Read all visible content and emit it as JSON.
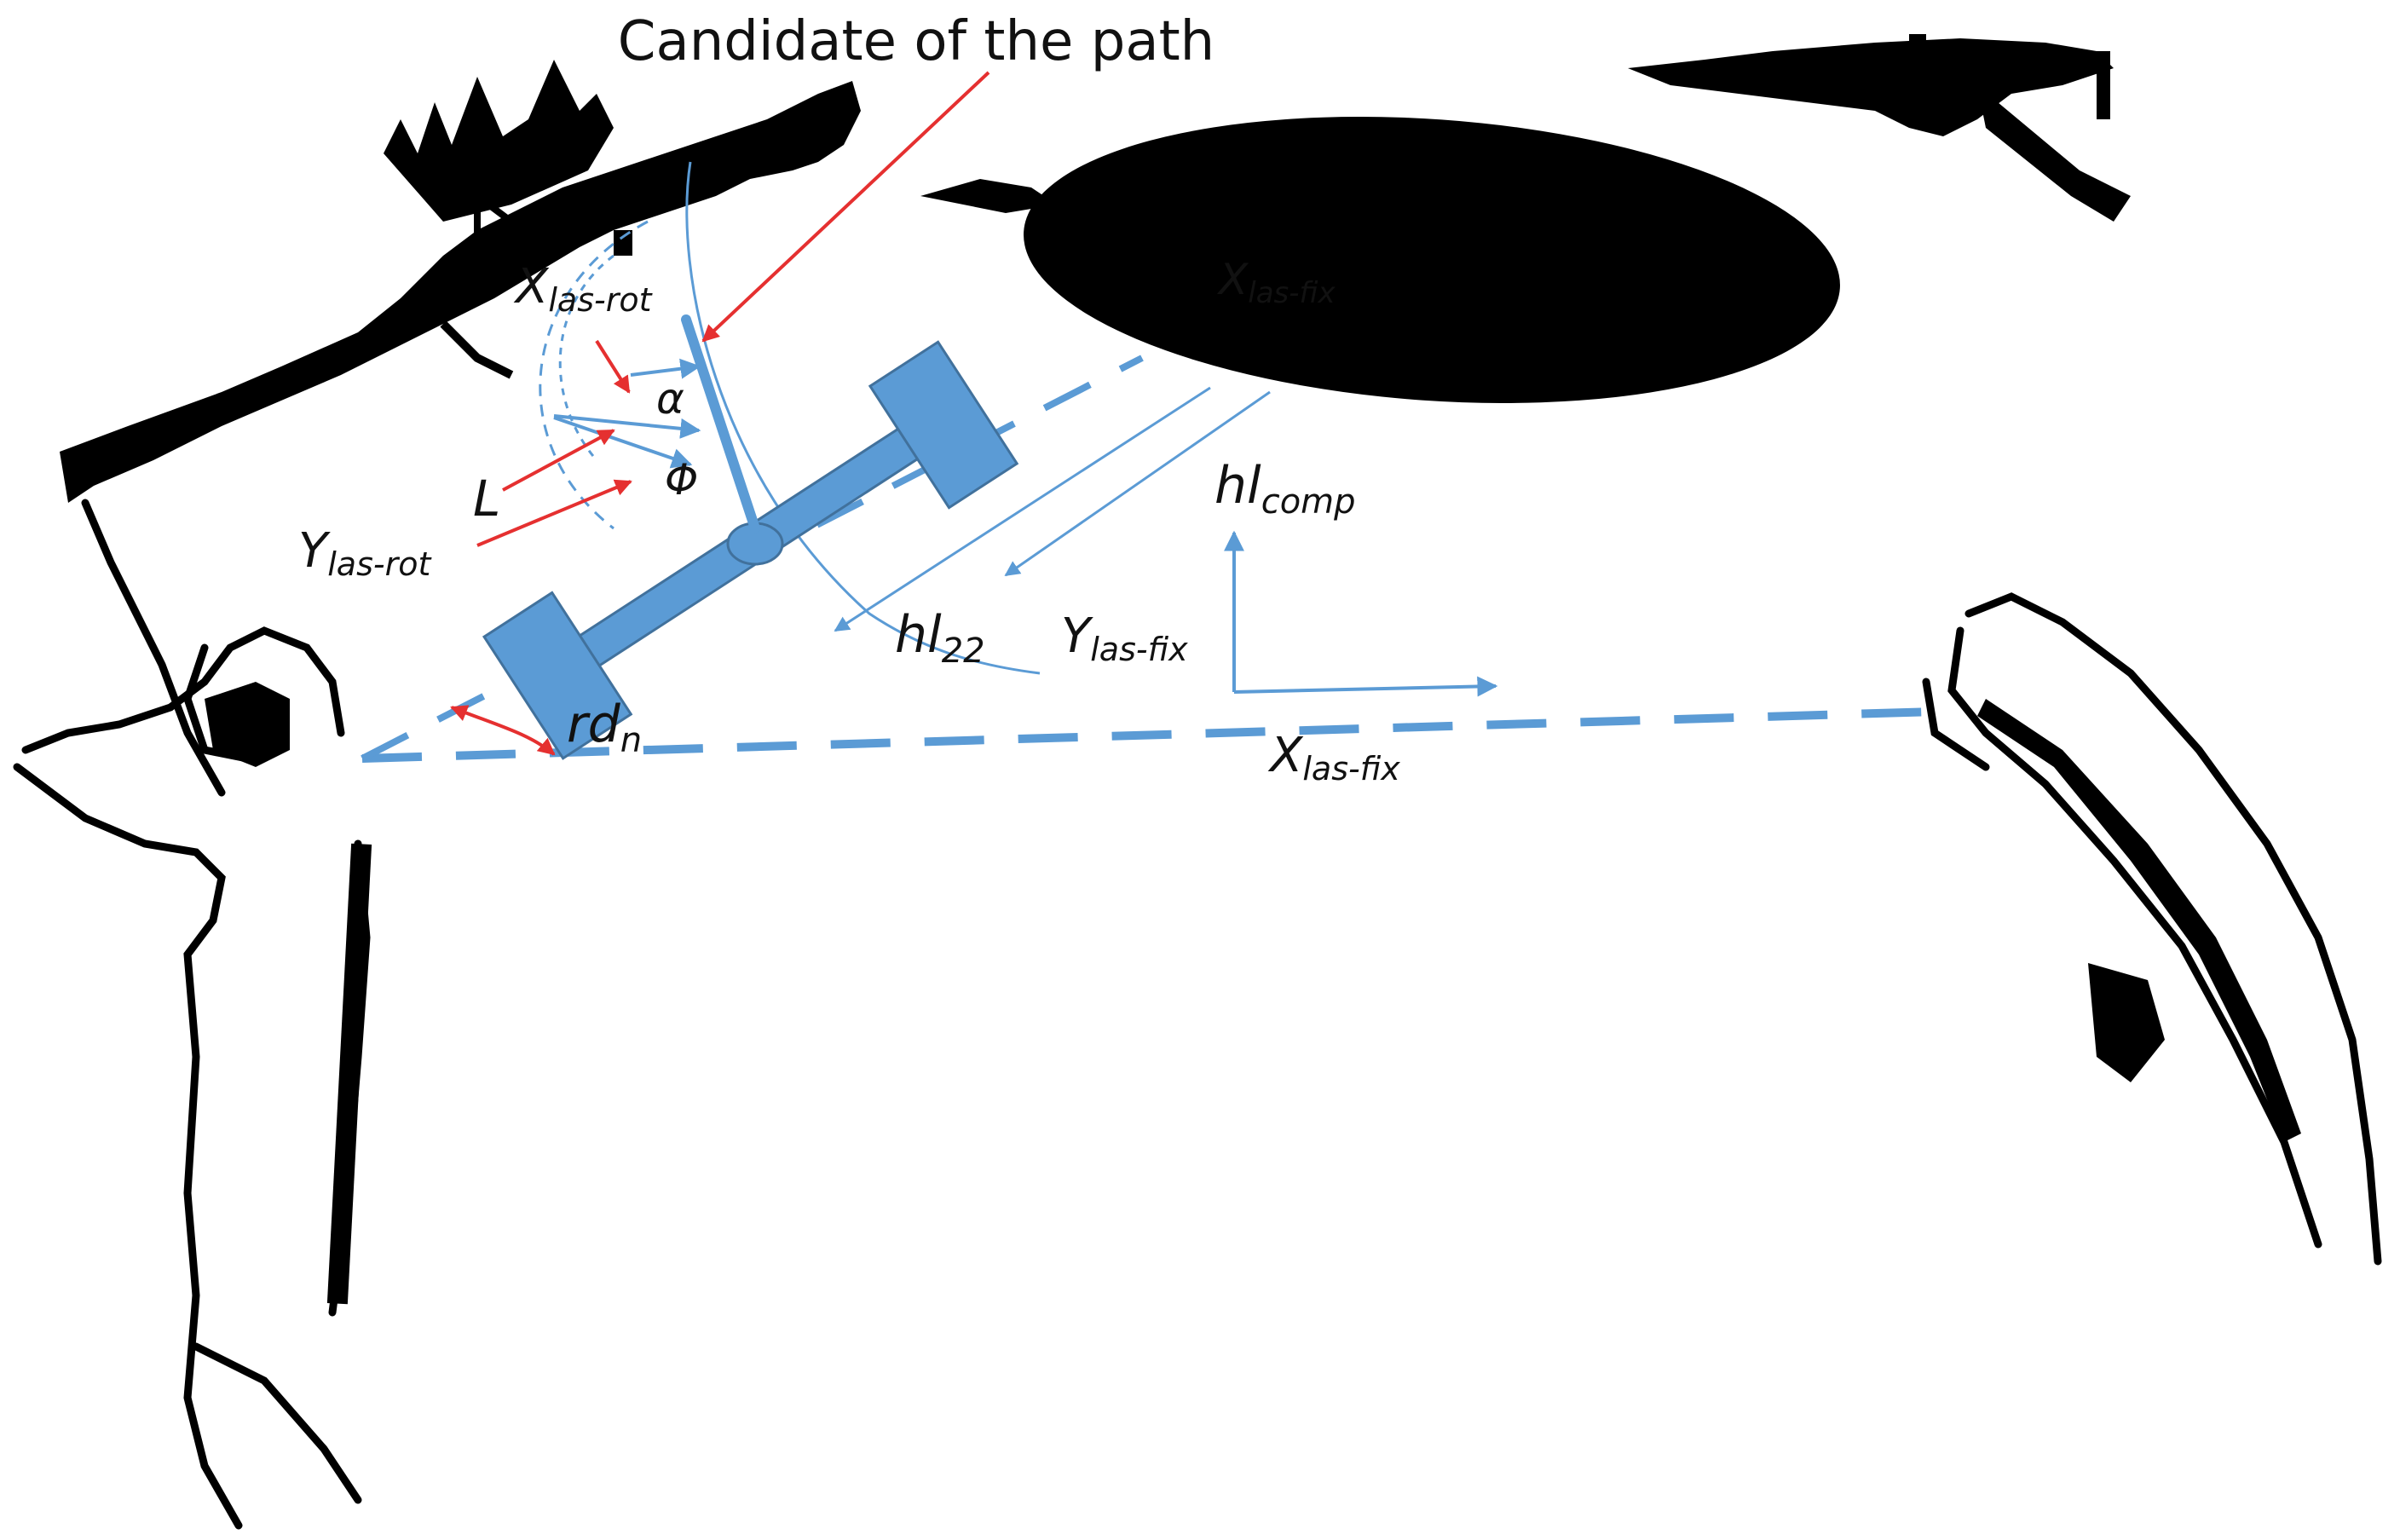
{
  "title": "Candidate of the path",
  "labels": {
    "x_las_rot": {
      "main": "X",
      "sub": "las-rot"
    },
    "x_las_fix_top": {
      "main": "X",
      "sub": "las-fix"
    },
    "alpha": "α",
    "phi": "Φ",
    "L": "L",
    "y_las_rot": {
      "main": "Y",
      "sub": "las-rot"
    },
    "hl_comp": {
      "main": "hl",
      "sub": "comp"
    },
    "hl_22": {
      "main": "hl",
      "sub": "22"
    },
    "y_las_fix": {
      "main": "Y",
      "sub": "las-fix"
    },
    "x_las_fix_bottom": {
      "main": "X",
      "sub": "las-fix"
    },
    "rd_n": {
      "main": "rd",
      "sub": "n"
    }
  },
  "colors": {
    "robot": "#5b9bd5",
    "robot_outline": "#41719c",
    "red_arrow": "#e53030",
    "ink": "#000000",
    "guide": "#5b9bd5"
  }
}
